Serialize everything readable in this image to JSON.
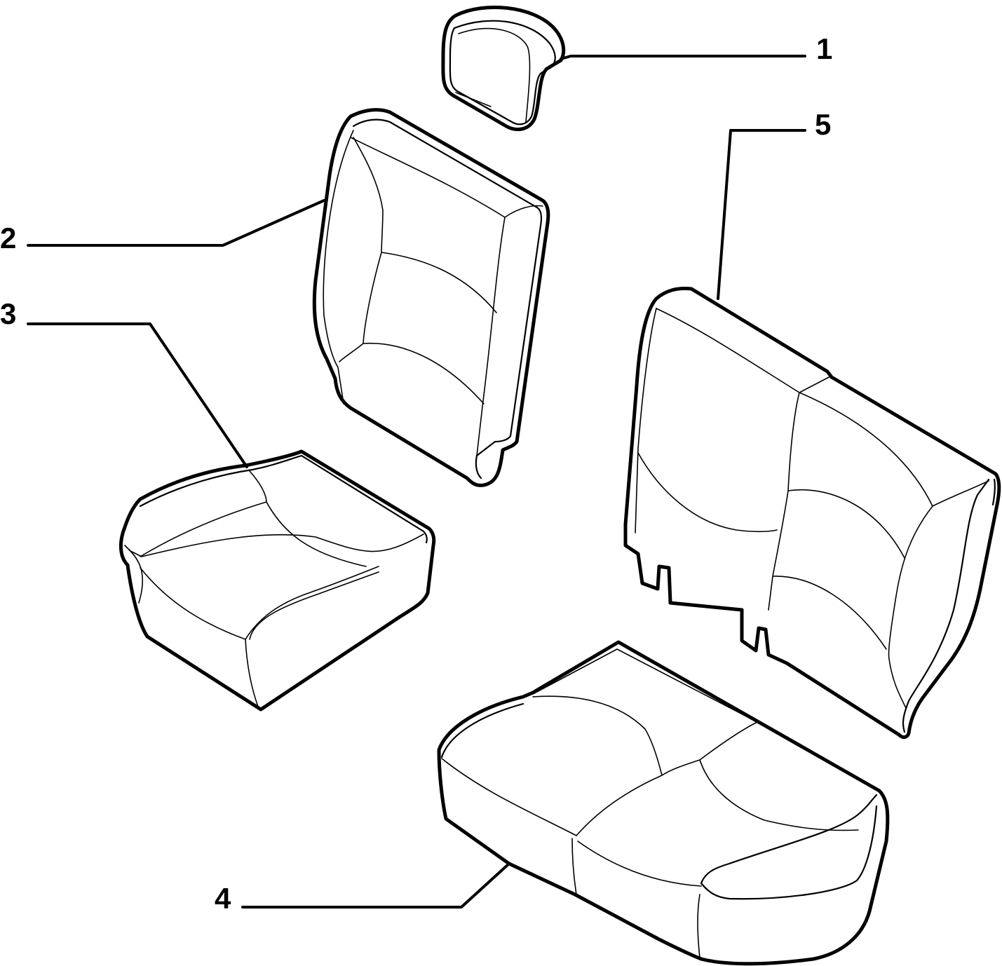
{
  "callouts": [
    {
      "id": "1",
      "label": "1",
      "part": "headrest"
    },
    {
      "id": "2",
      "label": "2",
      "part": "front-seat-backrest"
    },
    {
      "id": "3",
      "label": "3",
      "part": "front-seat-cushion"
    },
    {
      "id": "4",
      "label": "4",
      "part": "rear-bench-cushion"
    },
    {
      "id": "5",
      "label": "5",
      "part": "rear-split-backrest"
    }
  ],
  "colors": {
    "line": "#000000",
    "background": "#ffffff"
  }
}
